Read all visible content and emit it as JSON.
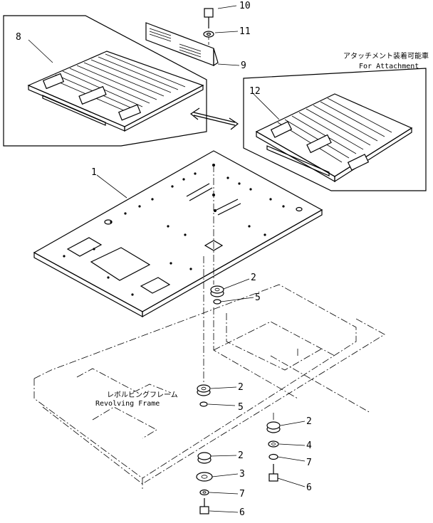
{
  "callouts": {
    "c1": "1",
    "c2a": "2",
    "c2b": "2",
    "c2c": "2",
    "c2d": "2",
    "c3": "3",
    "c4": "4",
    "c5a": "5",
    "c5b": "5",
    "c6a": "6",
    "c6b": "6",
    "c7a": "7",
    "c7b": "7",
    "c8": "8",
    "c9": "9",
    "c10": "10",
    "c11": "11",
    "c12": "12"
  },
  "captions": {
    "attachment_jp": "アタッチメント装着可能車",
    "attachment_en": "For Attachment",
    "frame_jp": "レボルビングフレーム",
    "frame_en": "Revolving Frame"
  }
}
